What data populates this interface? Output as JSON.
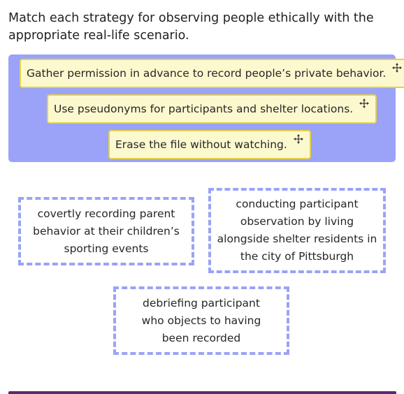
{
  "question": {
    "text": "Match each strategy for observing people ethically with the appropriate real-life scenario."
  },
  "answer_bank": {
    "items": [
      {
        "label": "Gather permission in advance to record people’s private behavior.",
        "icon": "drag-handle-icon"
      },
      {
        "label": "Use pseudonyms for participants and shelter locations.",
        "icon": "drag-handle-icon"
      },
      {
        "label": "Erase the file without watching.",
        "icon": "drag-handle-icon"
      }
    ]
  },
  "targets": [
    {
      "label": "covertly recording parent behavior at their children’s sporting events"
    },
    {
      "label": "conducting participant observation by living alongside shelter residents in the city of Pittsburgh"
    },
    {
      "label": "debriefing participant who objects to having been recorded"
    }
  ],
  "colors": {
    "bank_background": "#9aa3f7",
    "chip_background": "#fdf9cf",
    "chip_border": "#e4d24b",
    "target_border": "#9aa3f7"
  }
}
